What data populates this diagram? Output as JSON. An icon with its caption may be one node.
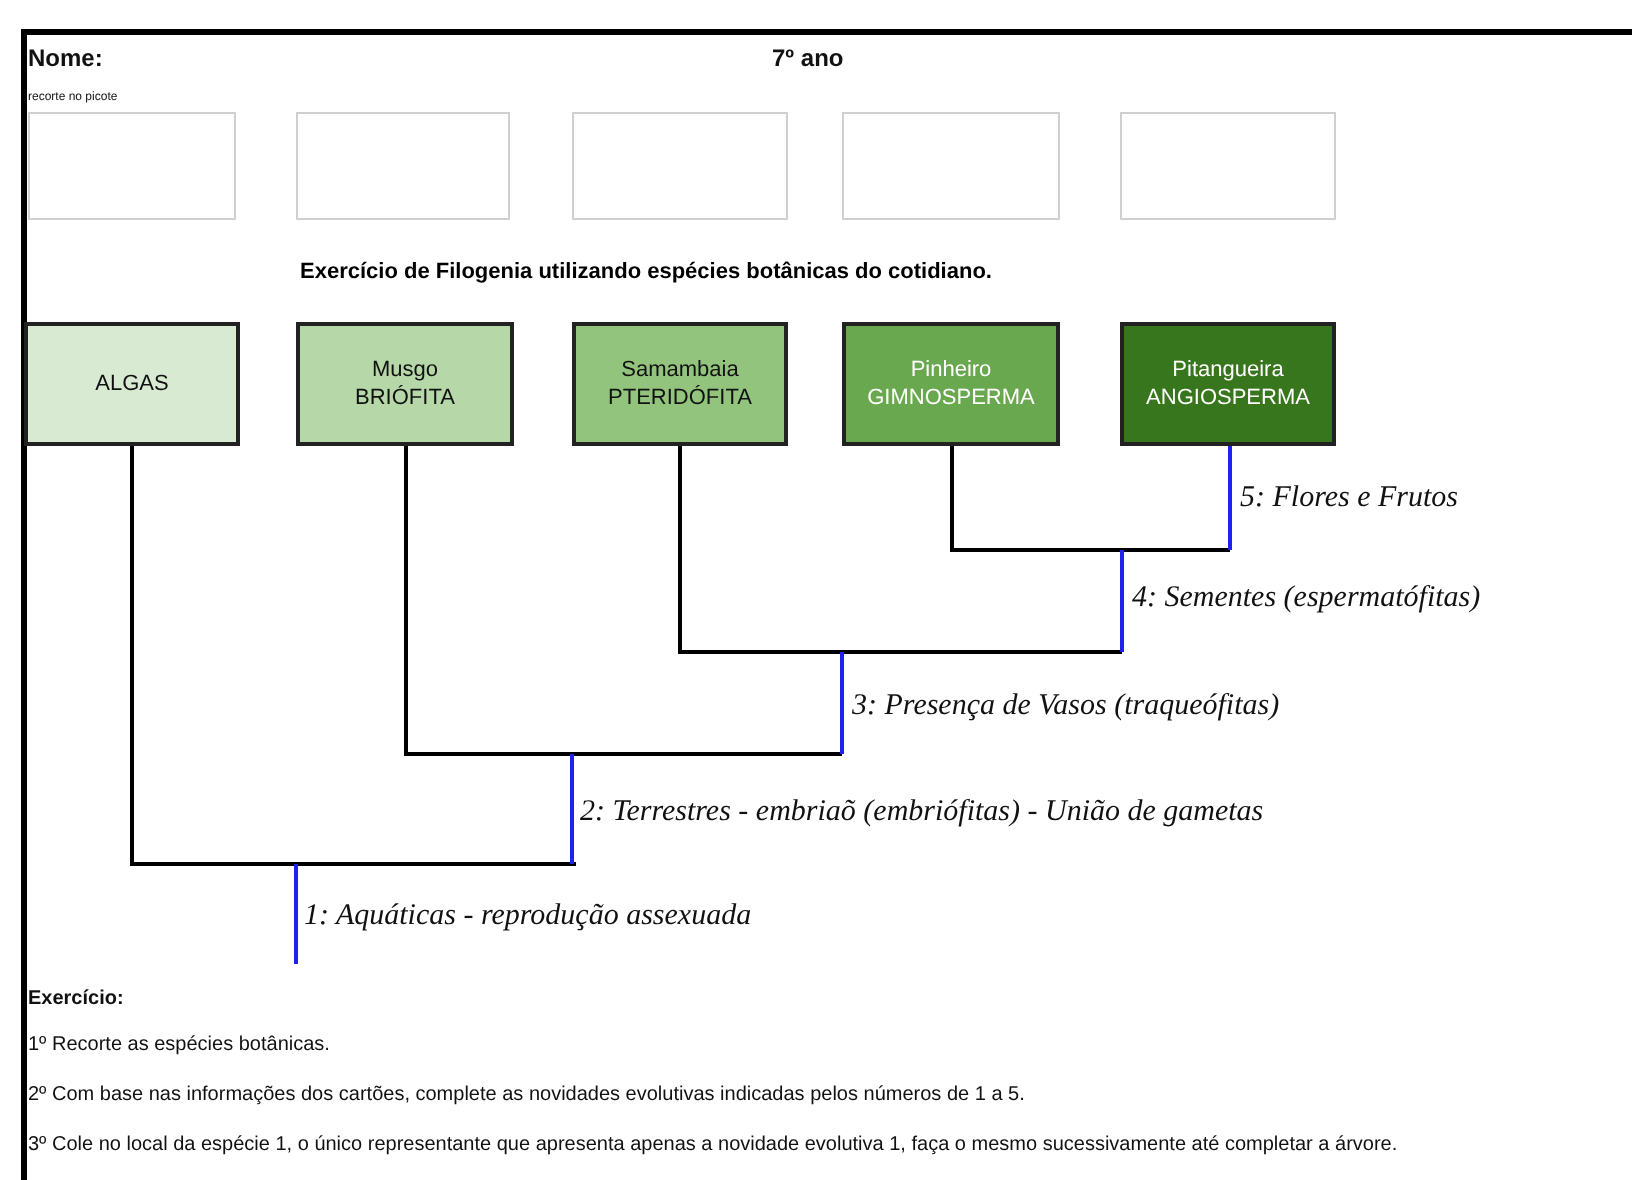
{
  "diagram": {
    "title": "Exercício de Filogenia utilizando espécies botânicas do cotidiano.",
    "nodes": [
      {
        "text": [],
        "shape": "box"
      },
      {
        "text": [],
        "shape": "box"
      },
      {
        "text": [],
        "shape": "box"
      },
      {
        "text": [],
        "shape": "box"
      },
      {
        "text": [],
        "shape": "box"
      },
      {
        "text": [
          "ALGAS"
        ]
      },
      {
        "text": [
          "Musgo BRIÓFITA"
        ]
      },
      {
        "text": [
          "Samambaia PTERIDÓFITA"
        ]
      },
      {
        "text": [
          "Pinheiro GIMNOSPERMA"
        ]
      },
      {
        "text": [
          "Pitangueira ANGIOSPERMA"
        ]
      }
    ],
    "labels": [
      "Nome:",
      "7º ano",
      "recorte no picote",
      "5: Flores e Frutos",
      "4: Sementes (espermatófitas)",
      "3: Presença de Vasos (traqueófitas)",
      "2: Terrestres - embriaõ (embriófitas) - União de gametas",
      "1: Aquáticas - reprodução assexuada",
      "Exercício:",
      "1º Recorte as espécies botânicas.",
      "2º Com base nas informações dos cartões, complete as novidades evolutivas indicadas pelos números de 1 a 5.",
      "3º Cole no local da espécie 1, o único representante que apresenta apenas a novidade evolutiva 1, faça o mesmo sucessivamente até completar a árvore."
    ]
  }
}
